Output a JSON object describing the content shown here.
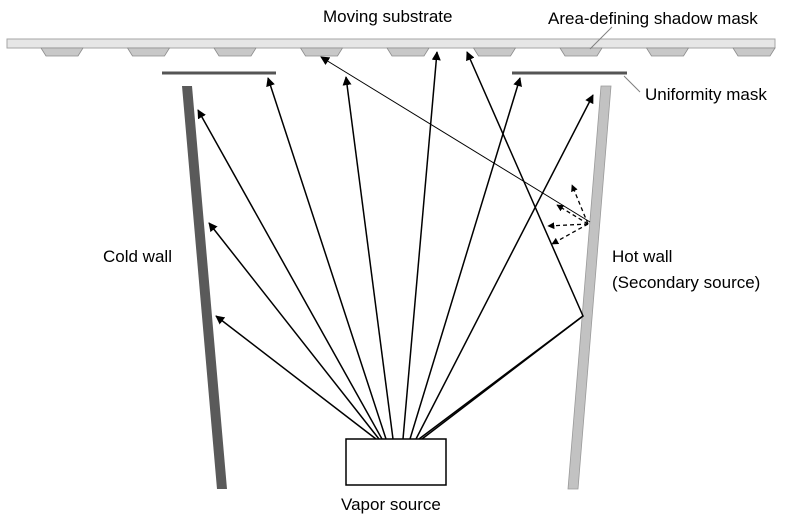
{
  "labels": {
    "moving_substrate": "Moving substrate",
    "shadow_mask": "Area-defining shadow mask",
    "uniformity_mask": "Uniformity mask",
    "cold_wall": "Cold wall",
    "hot_wall_line1": "Hot wall",
    "hot_wall_line2": "(Secondary source)",
    "vapor_source": "Vapor source"
  },
  "colors": {
    "substrate_fill": "#e6e6e6",
    "substrate_stroke": "#a6a6a6",
    "mask_fill": "#c8c8c8",
    "mask_stroke": "#8c8c8c",
    "cold_wall": "#5a5a5a",
    "hot_wall": "#c2c2c2",
    "uniformity_mask": "#555555",
    "arrow": "#000000",
    "leader_line": "#808080"
  },
  "shadow_mask_count": 9,
  "icons": {
    "arrowhead": "filled-triangle-arrowhead",
    "scatter_arrowhead": "dashed-arrow"
  }
}
